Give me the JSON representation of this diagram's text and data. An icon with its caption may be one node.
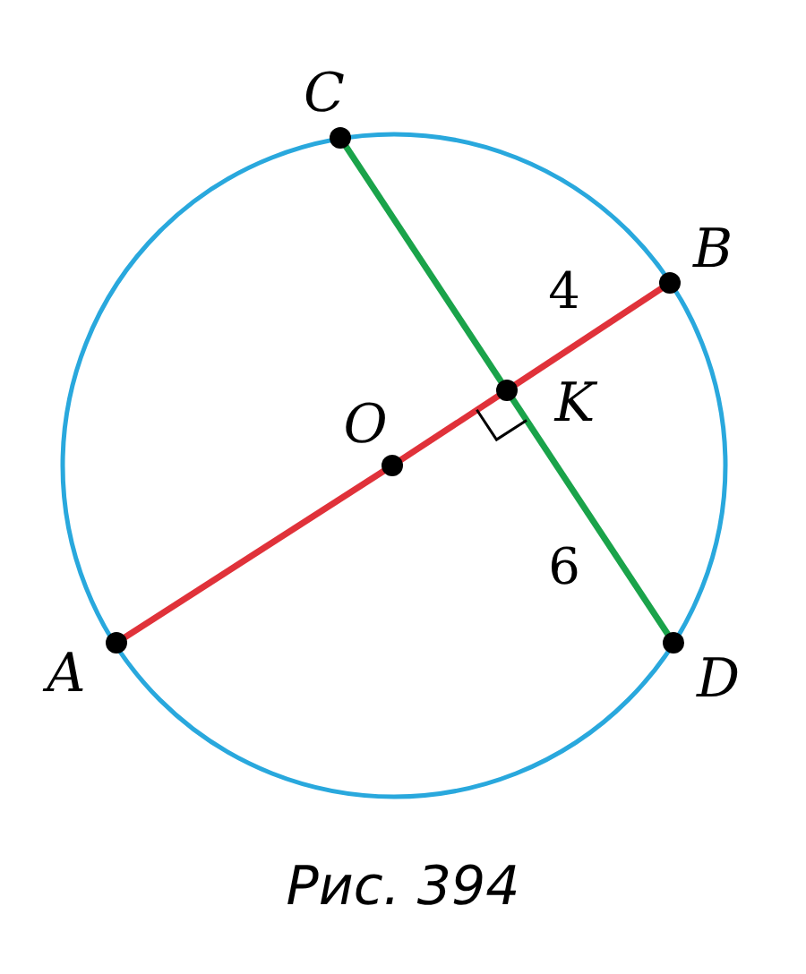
{
  "diagram": {
    "caption": "Рис. 394",
    "nodes": [
      {
        "text": [
          "C"
        ]
      },
      {
        "text": [
          "B"
        ]
      },
      {
        "text": [
          "K"
        ]
      },
      {
        "text": [
          "O"
        ]
      },
      {
        "text": [
          "A"
        ]
      },
      {
        "text": [
          "D"
        ]
      }
    ],
    "edges": [
      {
        "from": 4,
        "to": 3,
        "arrow": "none"
      },
      {
        "from": 3,
        "to": 2,
        "arrow": "none"
      },
      {
        "from": 2,
        "to": 1,
        "arrow": "none",
        "label": "4"
      },
      {
        "from": 0,
        "to": 2,
        "arrow": "none",
        "color": "#1aa34a"
      },
      {
        "from": 2,
        "to": 5,
        "arrow": "none",
        "label": "6",
        "color": "#1aa34a"
      }
    ]
  }
}
